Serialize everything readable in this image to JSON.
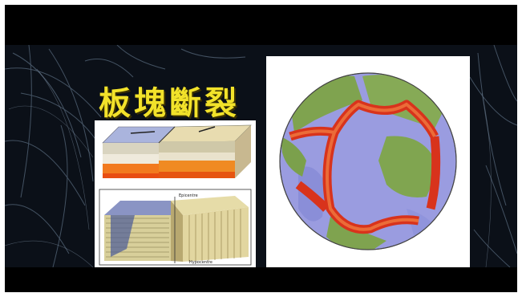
{
  "title": "板塊斷裂",
  "diagram": {
    "epicenter_label": "Epicentre",
    "hypocentre_label": "Hypocentre"
  },
  "colors": {
    "title": "#f2e22a",
    "background": "#0b1018",
    "ocean": "#8f90d6",
    "land": "#7fa34f",
    "rift": "#d8331c"
  }
}
